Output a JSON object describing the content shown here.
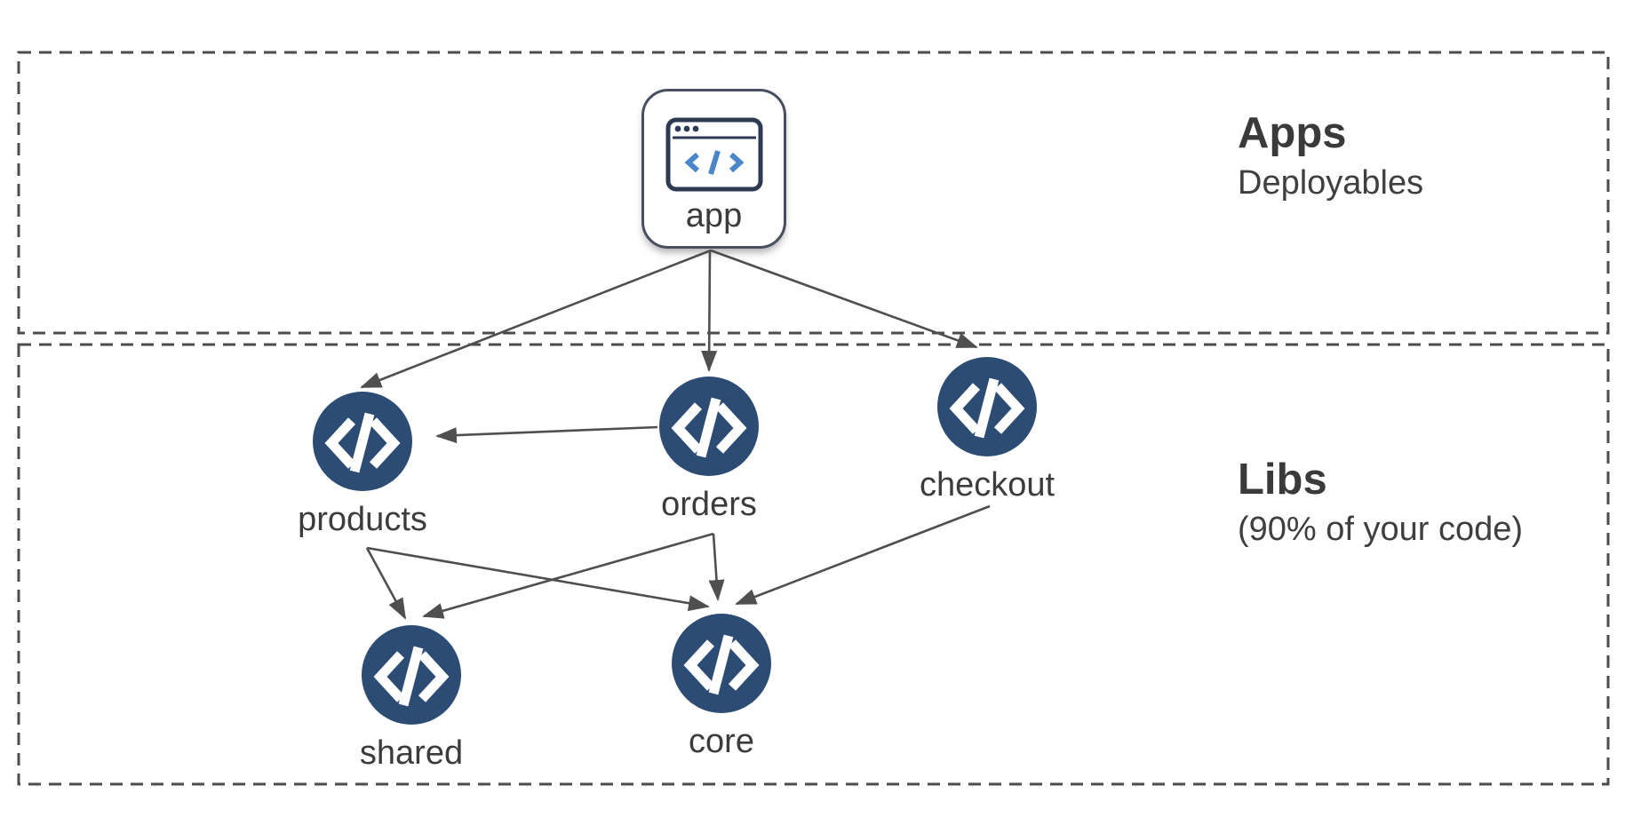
{
  "sections": [
    {
      "id": "apps",
      "title": "Apps",
      "subtitle": "Deployables"
    },
    {
      "id": "libs",
      "title": "Libs",
      "subtitle": "(90% of your code)"
    }
  ],
  "nodes": {
    "app": {
      "label": "app",
      "icon": "browser-window-icon"
    },
    "products": {
      "label": "products",
      "icon": "code-icon"
    },
    "orders": {
      "label": "orders",
      "icon": "code-icon"
    },
    "checkout": {
      "label": "checkout",
      "icon": "code-icon"
    },
    "shared": {
      "label": "shared",
      "icon": "code-icon"
    },
    "core": {
      "label": "core",
      "icon": "code-icon"
    }
  },
  "edges": [
    {
      "from": "app",
      "to": "products"
    },
    {
      "from": "app",
      "to": "orders"
    },
    {
      "from": "app",
      "to": "checkout"
    },
    {
      "from": "orders",
      "to": "products"
    },
    {
      "from": "products",
      "to": "shared"
    },
    {
      "from": "products",
      "to": "core"
    },
    {
      "from": "orders",
      "to": "shared"
    },
    {
      "from": "orders",
      "to": "core"
    },
    {
      "from": "checkout",
      "to": "core"
    }
  ],
  "colors": {
    "node_fill": "#2d4c74",
    "accent_blue": "#4a86c9",
    "line": "#4f4f4f",
    "dashed_border": "#4c4c4c",
    "text": "#3c3c3c"
  }
}
